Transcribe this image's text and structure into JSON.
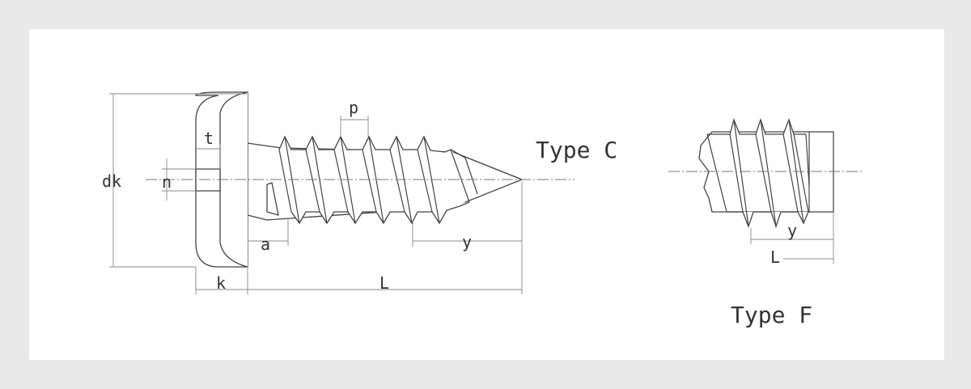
{
  "diagram": {
    "labels": {
      "dk": "dk",
      "n": "n",
      "t": "t",
      "p": "p",
      "a": "a",
      "y_c": "y",
      "k": "k",
      "L_c": "L",
      "y_f": "y",
      "L_f": "L"
    },
    "types": {
      "c": "Type C",
      "f": "Type F"
    }
  }
}
